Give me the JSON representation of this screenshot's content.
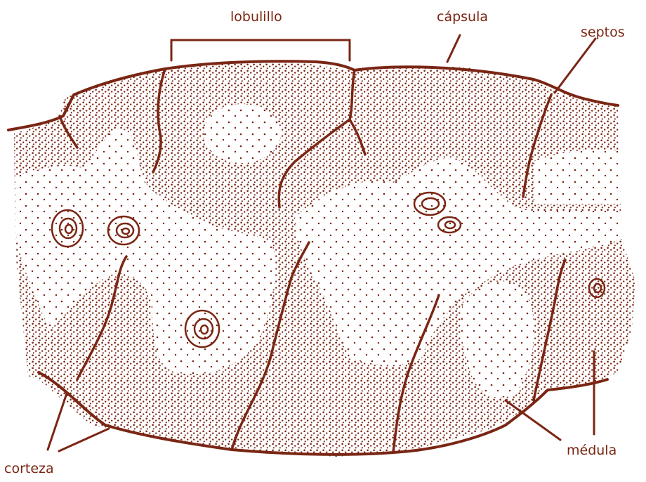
{
  "colors": {
    "ink": "#7a2614",
    "background": "#ffffff"
  },
  "labels": {
    "lobulillo": "lobulillo",
    "capsula": "cápsula",
    "septos": "septos",
    "corteza": "corteza",
    "medula": "médula"
  }
}
